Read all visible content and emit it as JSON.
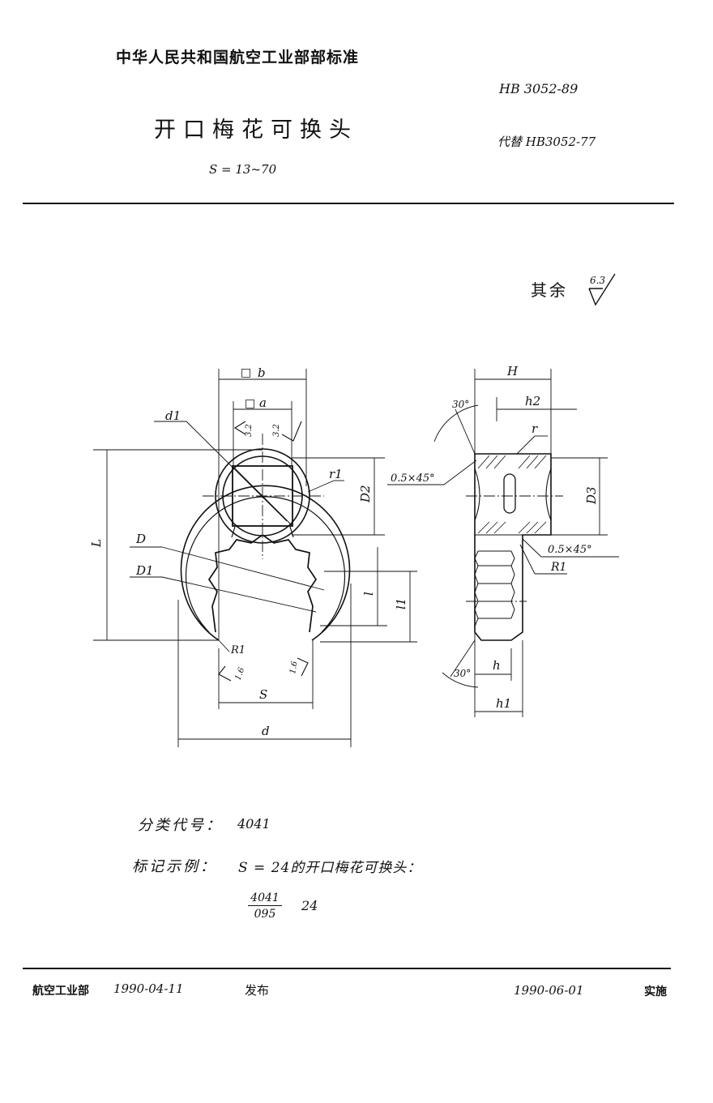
{
  "header": {
    "organization": "中华人民共和国航空工业部部标准",
    "standard_number": "HB 3052-89",
    "title": "开口梅花可换头",
    "replaces": "代替 HB3052-77",
    "range": "S = 13~70"
  },
  "roughness": {
    "label": "其余",
    "value": "6.3"
  },
  "drawing": {
    "front_view": {
      "dims": {
        "b": "b",
        "a": "a",
        "square_symbol": "□",
        "d1": "d1",
        "r1": "r1",
        "D2": "D2",
        "L": "L",
        "D": "D",
        "D1": "D1",
        "l": "l",
        "l1": "l1",
        "R1": "R1",
        "S": "S",
        "d": "d",
        "rough_32": "3.2",
        "rough_16": "1.6"
      }
    },
    "side_view": {
      "dims": {
        "H": "H",
        "h2": "h2",
        "angle_top": "30°",
        "r": "r",
        "chamfer_top": "0.5×45°",
        "D3": "D3",
        "chamfer_bottom": "0.5×45°",
        "R1": "R1",
        "angle_bottom": "30°",
        "h": "h",
        "h1": "h1"
      }
    }
  },
  "classification": {
    "label": "分类代号：",
    "code": "4041"
  },
  "marking": {
    "label": "标记示例：",
    "text": "S = 24的开口梅花可换头：",
    "numerator": "4041",
    "denominator": "095",
    "size": "24"
  },
  "footer": {
    "issuer": "航空工业部",
    "issue_date": "1990-04-11",
    "issue_word": "发布",
    "implement_date": "1990-06-01",
    "implement_word": "实施"
  }
}
